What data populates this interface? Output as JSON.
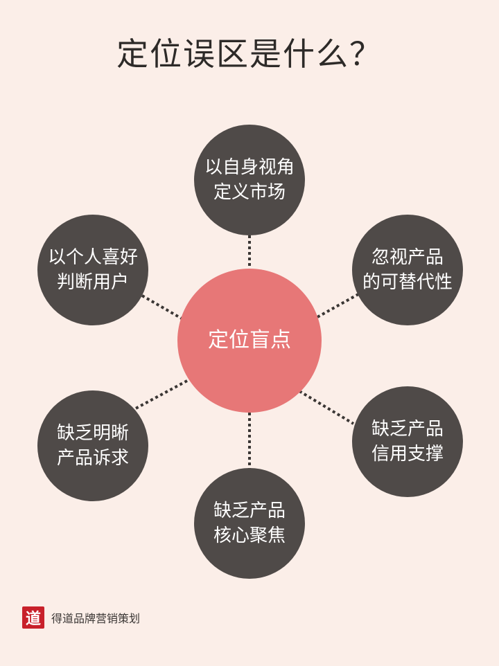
{
  "title": "定位误区是什么？",
  "center": {
    "label": "定位盲点"
  },
  "nodes": [
    {
      "line1": "以自身视角",
      "line2": "定义市场"
    },
    {
      "line1": "以个人喜好",
      "line2": "判断用户"
    },
    {
      "line1": "忽视产品",
      "line2": "的可替代性"
    },
    {
      "line1": "缺乏明晰",
      "line2": "产品诉求"
    },
    {
      "line1": "缺乏产品",
      "line2": "信用支撑"
    },
    {
      "line1": "缺乏产品",
      "line2": "核心聚焦"
    }
  ],
  "footer": {
    "logo_char": "道",
    "brand": "得道品牌营销策划"
  },
  "colors": {
    "background": "#fbeee8",
    "center": "#e77777",
    "node": "#4f4a48",
    "connector": "#3a3634",
    "brand_red": "#c8202a"
  }
}
